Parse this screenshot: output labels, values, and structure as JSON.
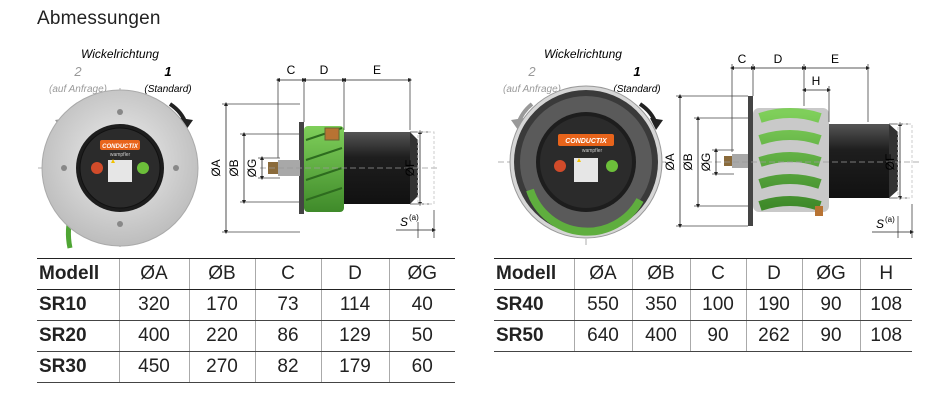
{
  "title": "Abmessungen",
  "left_drawing": {
    "winding_label": "Wickelrichtung",
    "dir2_num": "2",
    "dir2_text": "(auf Anfrage)",
    "dir1_num": "1",
    "dir1_text": "(Standard)",
    "brand": "CONDUCTIX",
    "brand_sub": "wampfler",
    "dim_C": "C",
    "dim_D": "D",
    "dim_E": "E",
    "dim_A": "ØA",
    "dim_B": "ØB",
    "dim_G": "ØG",
    "dim_F": "ØF",
    "dim_S": "S",
    "dim_S_sup": "(a)"
  },
  "right_drawing": {
    "winding_label": "Wickelrichtung",
    "dir2_num": "2",
    "dir2_text": "(auf Anfrage)",
    "dir1_num": "1",
    "dir1_text": "(Standard)",
    "brand": "CONDUCTIX",
    "brand_sub": "wampfler",
    "dim_C": "C",
    "dim_D": "D",
    "dim_E": "E",
    "dim_H": "H",
    "dim_A": "ØA",
    "dim_B": "ØB",
    "dim_G": "ØG",
    "dim_F": "ØF",
    "dim_S": "S",
    "dim_S_sup": "(a)"
  },
  "table_left": {
    "headers": [
      "Modell",
      "ØA",
      "ØB",
      "C",
      "D",
      "ØG"
    ],
    "rows": [
      [
        "SR10",
        "320",
        "170",
        "73",
        "114",
        "40"
      ],
      [
        "SR20",
        "400",
        "220",
        "86",
        "129",
        "50"
      ],
      [
        "SR30",
        "450",
        "270",
        "82",
        "179",
        "60"
      ]
    ]
  },
  "table_right": {
    "headers": [
      "Modell",
      "ØA",
      "ØB",
      "C",
      "D",
      "ØG",
      "H"
    ],
    "rows": [
      [
        "SR40",
        "550",
        "350",
        "100",
        "190",
        "90",
        "108"
      ],
      [
        "SR50",
        "640",
        "400",
        "90",
        "262",
        "90",
        "108"
      ]
    ]
  },
  "colors": {
    "hose_green": "#5fae3e",
    "drum_dark": "#222222",
    "housing_grey": "#cfcfcf",
    "brand_orange": "#e8641b"
  }
}
